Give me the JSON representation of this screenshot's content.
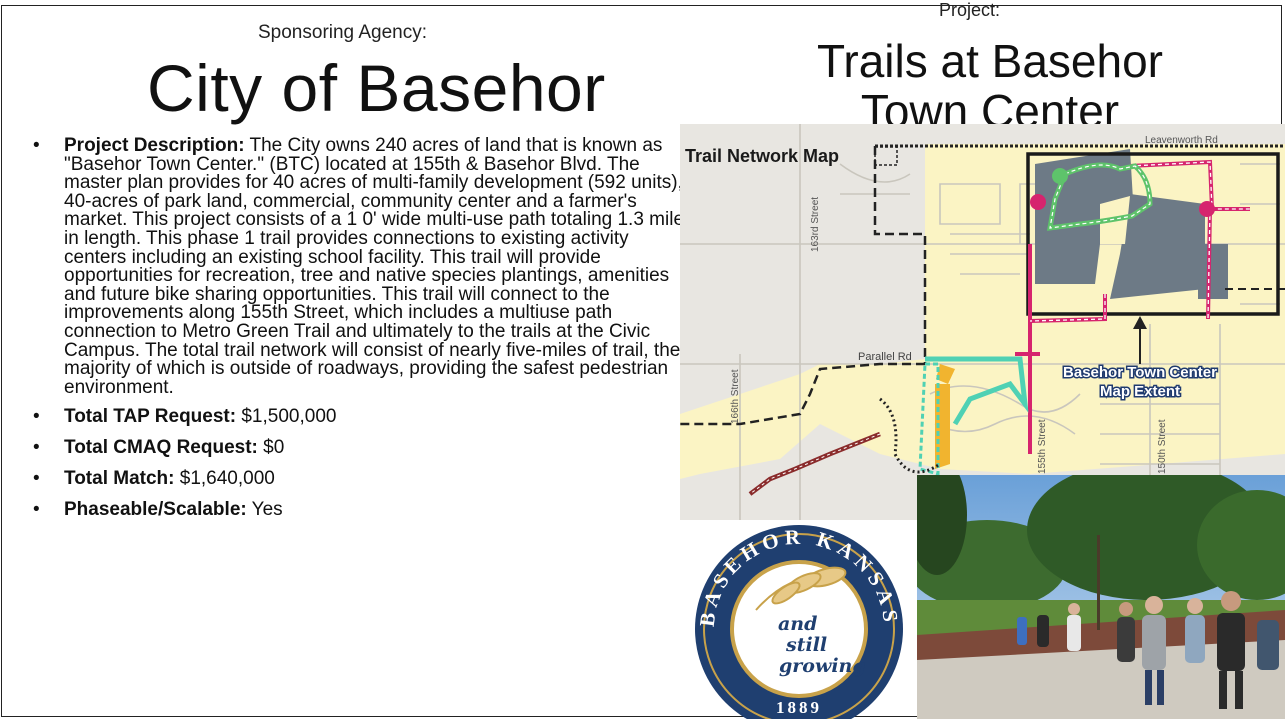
{
  "slide": {
    "sponsor_label": "Sponsoring Agency:",
    "sponsor_name": "City of Basehor",
    "project_label": "Project:",
    "project_name": "Trails at Basehor Town Center"
  },
  "bullets": [
    {
      "label": "Project Description:",
      "text": " The City owns 240 acres of land that is known as \"Basehor Town Center.\" (BTC) located at 155th & Basehor Blvd. The master plan provides for 40 acres of multi-family development (592 units), 40-acres of park land, commercial, community center and a farmer's market. This project consists of a 1 0' wide multi-use path totaling 1.3 miles in length. This phase 1 trail provides connections to existing activity centers including an existing school facility. This trail will provide opportunities for recreation, tree and native species plantings, amenities and future bike sharing opportunities. This trail will connect to the improvements along 155th Street, which includes a multiuse path connection to Metro Green Trail and ultimately to the trails at the Civic Campus. The total trail network will consist of nearly five-miles of trail, the majority of which is outside of roadways, providing the safest pedestrian environment."
    },
    {
      "label": "Total TAP Request:",
      "text": " $1,500,000"
    },
    {
      "label": "Total CMAQ Request:",
      "text": " $0"
    },
    {
      "label": "Total Match:",
      "text": " $1,640,000"
    },
    {
      "label": "Phaseable/Scalable:",
      "text": " Yes"
    }
  ],
  "map": {
    "title": "Trail Network Map",
    "road_leavenworth": "Leavenworth Rd",
    "road_163rd": "163rd Street",
    "road_parallel": "Parallel Rd",
    "road_166th": "166th Street",
    "road_155th": "155th Street",
    "road_east": "150th Street",
    "callout_line1": "Basehor Town Center",
    "callout_line2": "Map Extent"
  },
  "seal": {
    "top_text": "BASEHOR KANSAS",
    "motto_line1": "and",
    "motto_line2": "still",
    "motto_line3": "growing",
    "year": "1889"
  },
  "colors": {
    "trail_green": "#5ec36b",
    "trail_magenta": "#d6246e",
    "trail_teal": "#4fd1b4",
    "trail_brown": "#8a2c2c",
    "city_boundary": "#222222",
    "map_yellow": "#fbf4c4",
    "seal_navy": "#1f3f70",
    "seal_gold": "#c8a24a"
  }
}
